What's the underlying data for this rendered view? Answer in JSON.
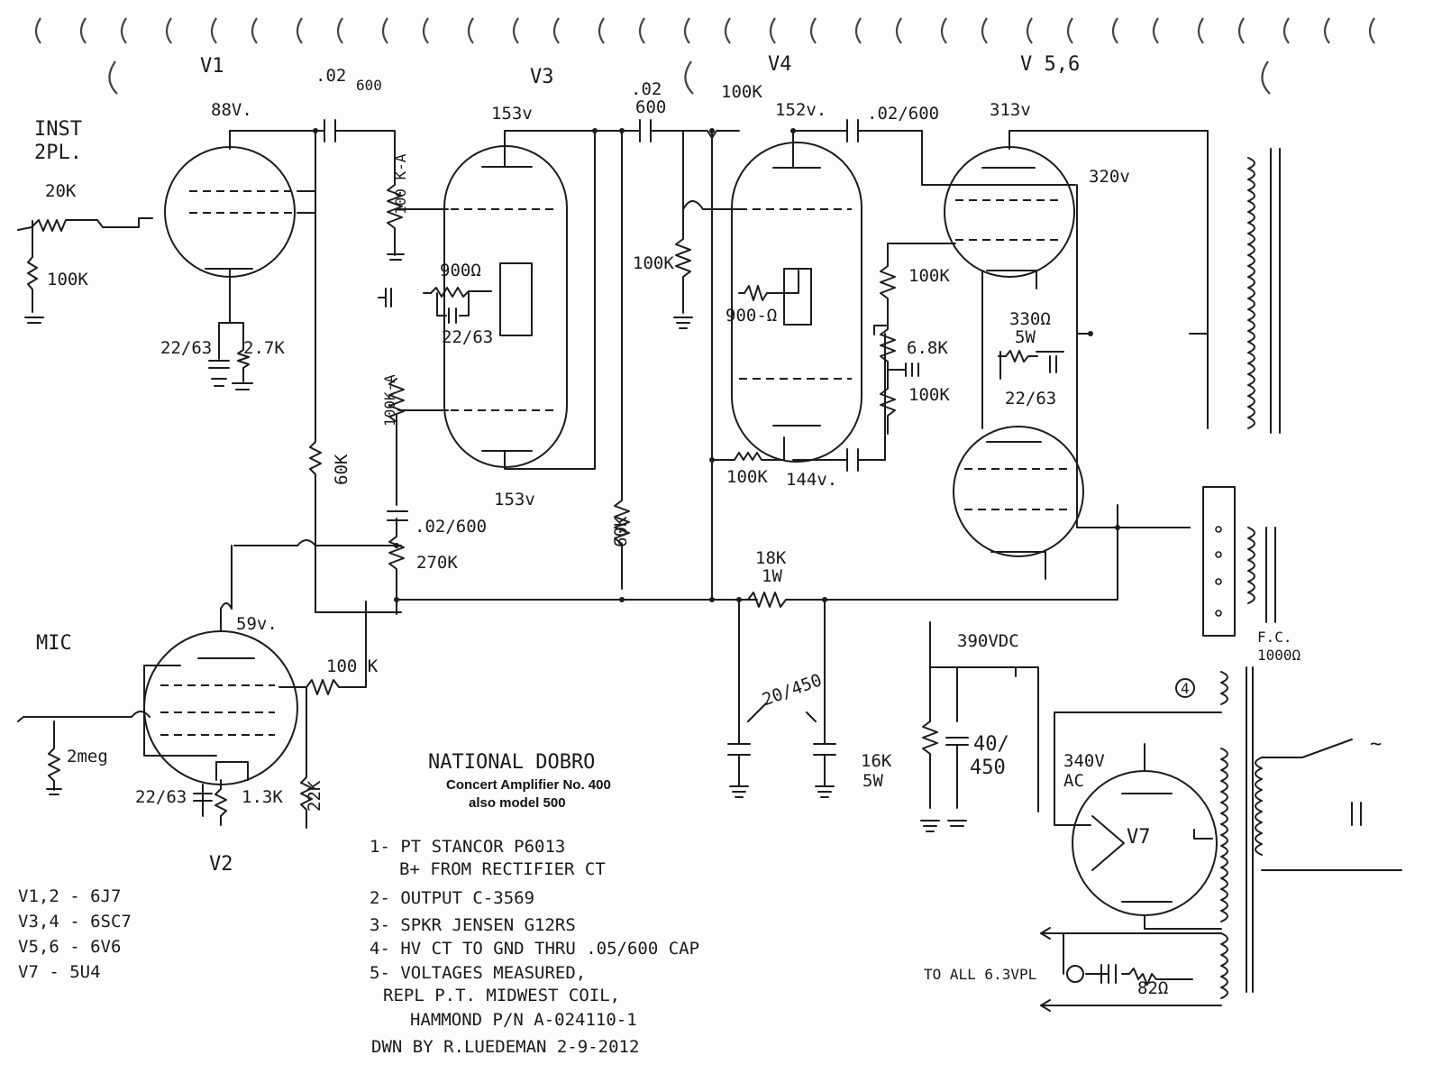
{
  "tubes": {
    "v1": "V1",
    "v2": "V2",
    "v3": "V3",
    "v4": "V4",
    "v56": "V 5,6",
    "v7": "V7"
  },
  "inputs": {
    "inst": "INST",
    "inst2": "2PL.",
    "mic": "MIC"
  },
  "voltages": {
    "v1_plate": "88V.",
    "v3_plate_top": "153v",
    "v3_plate_bot": "153v",
    "v4_plate_top": "152v.",
    "v4_plate_bot": "144v.",
    "v56_plate": "313v",
    "v56_screen": "320v",
    "v2_plate": "59v.",
    "b_plus": "390VDC",
    "ht_ac": "340V",
    "ht_ac2": "AC"
  },
  "components": {
    "c_v1": ".02",
    "c_v1b": "600",
    "c_v3a": ".02",
    "c_v3b": "600",
    "c_v4": ".02/600",
    "c_mix": ".02/600",
    "r_inst_series": "20K",
    "r_inst_shunt": "100K",
    "pot_top": "100 K-A",
    "pot_bot": "100K-A",
    "r_v3_cath": "900Ω",
    "c_v3_cath": "22/63",
    "r_v1_cath": "2.7K",
    "c_v1_cath": "22/63",
    "r_60k_a": "60K",
    "r_60k_b": "60K",
    "r_270k": "270K",
    "r_100k_v4grid": "100K",
    "r_100k_v4plate": "100K",
    "r_100k_v4plate2": "100K",
    "r_v4_cath": "900-Ω",
    "r_100k_pi": "100K",
    "r_6k8": "6.8K",
    "r_100k_pi2": "100K",
    "r_330": "330Ω",
    "r_330w": "5W",
    "c_out_cath": "22/63",
    "r_18k": "18K",
    "r_18kw": "1W",
    "c_filter": "20/450",
    "r_16k": "16K",
    "r_16kw": "5W",
    "c_40": "40/",
    "c_40b": "450",
    "r_mic_100k": "100 K",
    "r_2meg": "2meg",
    "r_v2_cath": "1.3K",
    "c_v2_cath": "22/63",
    "r_22k": "22K",
    "fc": "F.C.",
    "fc_ohm": "1000Ω",
    "heater_note": "TO ALL 6.3VPL",
    "r_82": "82Ω",
    "pin4": "4",
    "ac": "~"
  },
  "title": {
    "line1": "NATIONAL  DOBRO",
    "line2": "Concert Amplifier No. 400",
    "line3": "also model 500"
  },
  "notes": [
    "1- PT STANCOR  P6013",
    "B+ FROM RECTIFIER CT",
    "2- OUTPUT   C-3569",
    "3- SPKR  JENSEN G12RS",
    "4- HV CT TO GND THRU .05/600 CAP",
    "5- VOLTAGES MEASURED,",
    "REPL P.T. MIDWEST COIL,",
    "HAMMOND P/N A-024110-1",
    "DWN BY   R.LUEDEMAN   2-9-2012"
  ],
  "tube_list": [
    "V1,2 - 6J7",
    "V3,4 - 6SC7",
    "V5,6 - 6V6",
    "V7 -  5U4"
  ]
}
